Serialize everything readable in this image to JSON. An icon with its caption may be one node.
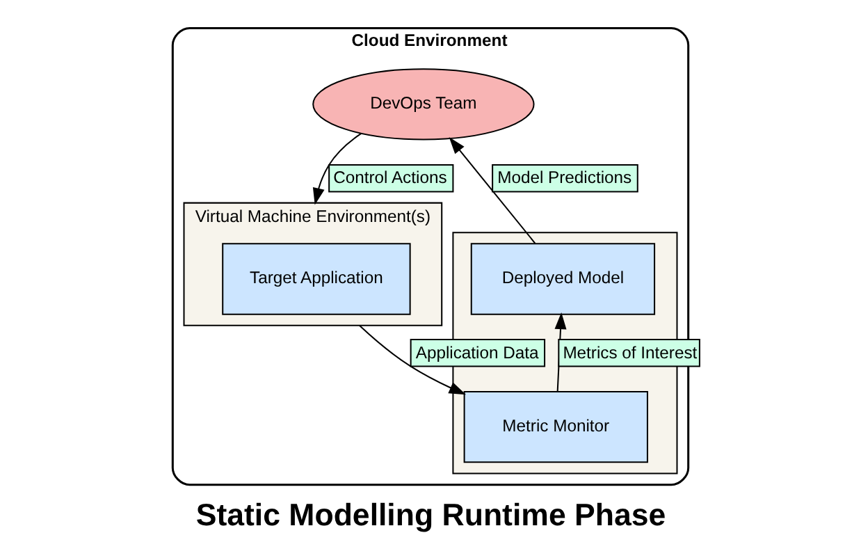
{
  "diagram": {
    "caption": "Static Modelling Runtime Phase",
    "nodes": [
      {
        "text": [
          "Cloud Environment"
        ]
      },
      {
        "text": [
          "DevOps Team"
        ],
        "in": 0
      },
      {
        "text": [
          "Virtual Machine Environment(s)"
        ],
        "in": 0
      },
      {
        "text": [
          "Target Application"
        ],
        "in": 2
      },
      {
        "text": [],
        "shape": "box",
        "in": 0
      },
      {
        "text": [
          "Deployed Model"
        ],
        "in": 4
      },
      {
        "text": [
          "Metric Monitor"
        ],
        "in": 4
      }
    ],
    "edges": [
      {
        "from": 1,
        "to": 2,
        "arrow": "to",
        "label": "Control Actions"
      },
      {
        "from": 5,
        "to": 1,
        "arrow": "to",
        "label": "Model Predictions"
      },
      {
        "from": 2,
        "to": 6,
        "arrow": "to",
        "label": "Application Data"
      },
      {
        "from": 6,
        "to": 5,
        "arrow": "to",
        "label": "Metrics of Interest"
      }
    ]
  }
}
